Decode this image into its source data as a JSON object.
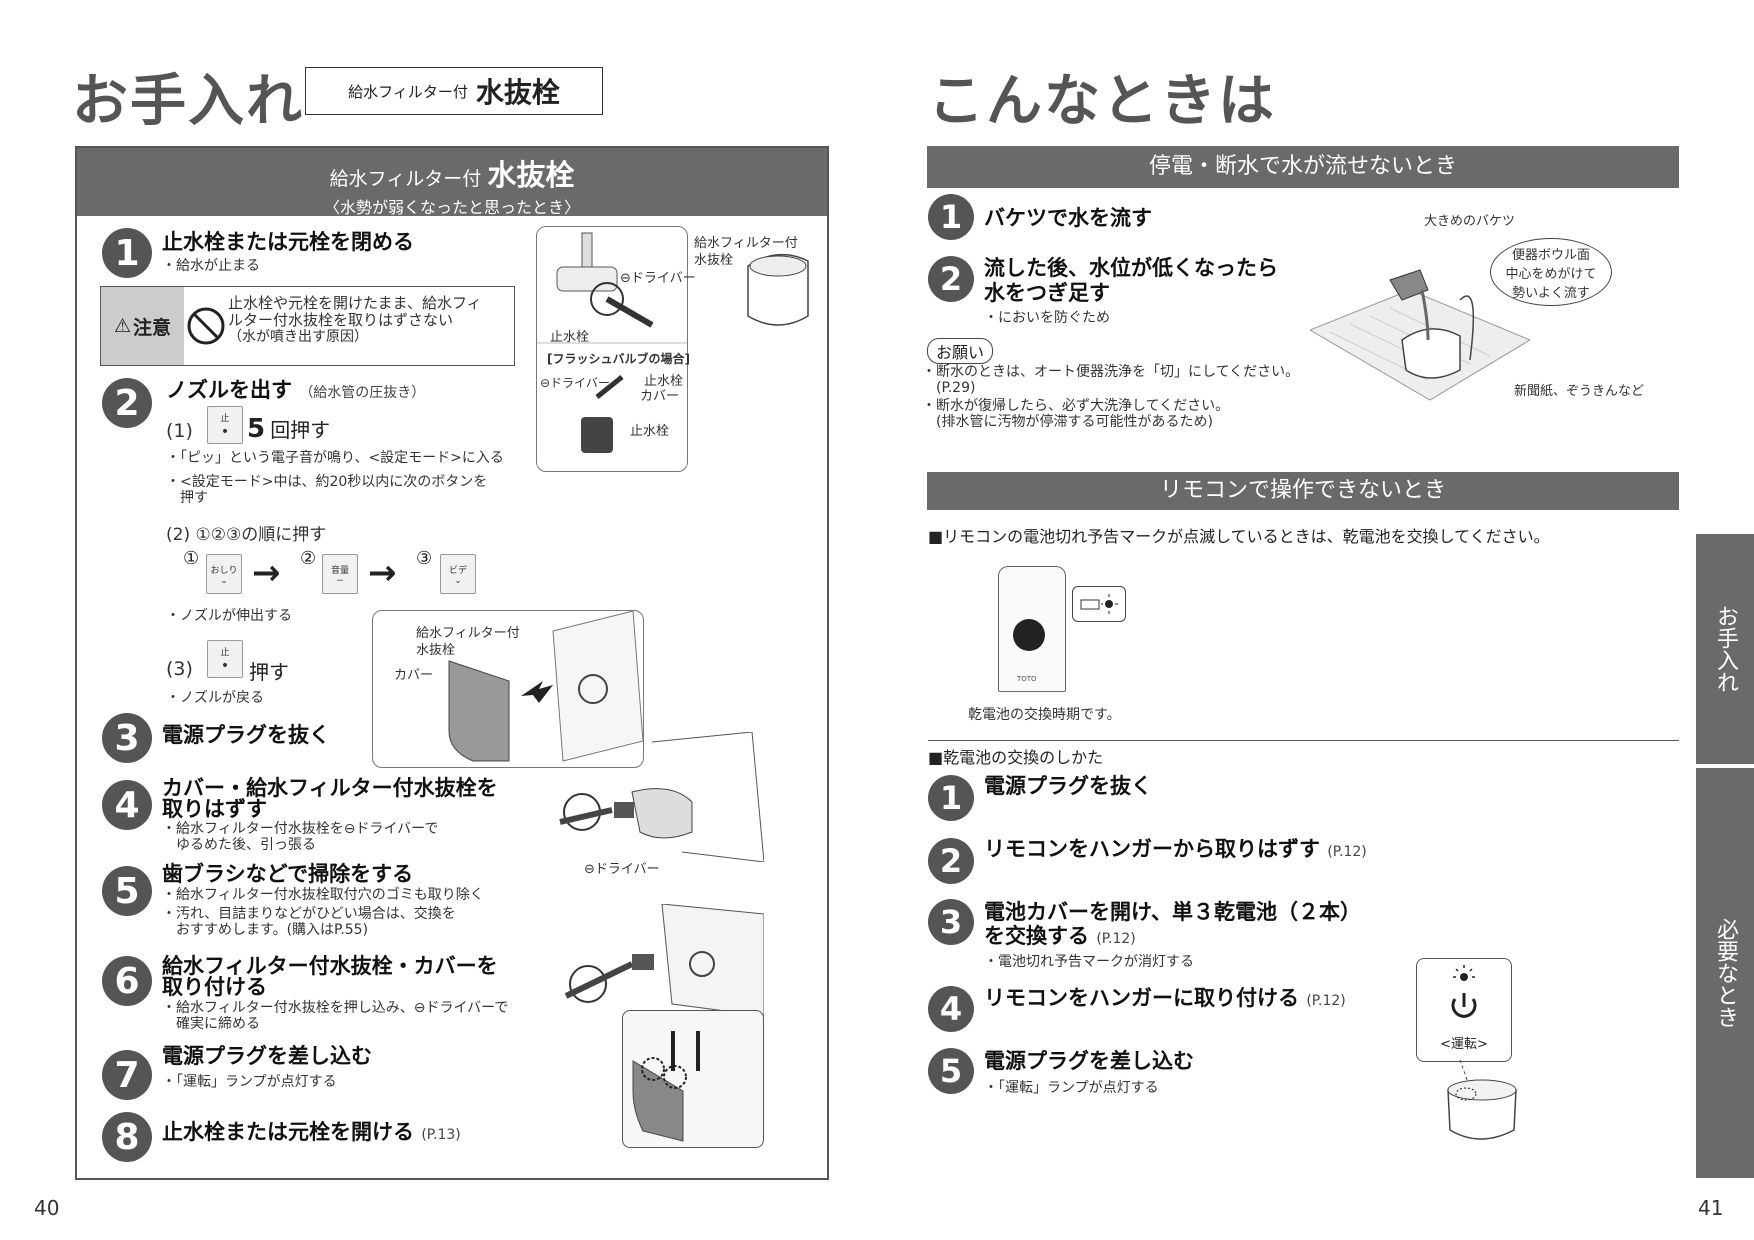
{
  "left": {
    "title": "お手入れ",
    "title_box": {
      "small": "給水フィルター付",
      "large": "水抜栓"
    },
    "panel_header": {
      "small": "給水フィルター付",
      "large": "水抜栓",
      "sub": "〈水勢が弱くなったと思ったとき〉"
    },
    "steps": [
      {
        "n": "1",
        "title": "止水栓または元栓を閉める",
        "notes": [
          "・給水が止まる"
        ]
      },
      {
        "n": "2",
        "title": "ノズルを出す",
        "ref": "（給水管の圧抜き）"
      },
      {
        "n": "3",
        "title": "電源プラグを抜く"
      },
      {
        "n": "4",
        "title_lines": [
          "カバー・給水フィルター付水抜栓を",
          "取りはずす"
        ],
        "notes": [
          "・給水フィルター付水抜栓を⊖ドライバーで",
          "　ゆるめた後、引っ張る"
        ]
      },
      {
        "n": "5",
        "title": "歯ブラシなどで掃除をする",
        "notes": [
          "・給水フィルター付水抜栓取付穴のゴミも取り除く",
          "・汚れ、目詰まりなどがひどい場合は、交換を",
          "　おすすめします。(購入はP.55)"
        ]
      },
      {
        "n": "6",
        "title_lines": [
          "給水フィルター付水抜栓・カバーを",
          "取り付ける"
        ],
        "notes": [
          "・給水フィルター付水抜栓を押し込み、⊖ドライバーで",
          "　確実に締める"
        ]
      },
      {
        "n": "7",
        "title": "電源プラグを差し込む",
        "notes": [
          "・「運転」ランプが点灯する"
        ]
      },
      {
        "n": "8",
        "title": "止水栓または元栓を開ける",
        "ref": "(P.13)"
      }
    ],
    "caution": {
      "label": "注意",
      "text": [
        "止水栓や元栓を開けたまま、給水フィ",
        "ルター付水抜栓を取りはずさない"
      ],
      "sub": "（水が噴き出す原因）"
    },
    "step2": {
      "sub1_label": "(1)",
      "sub1_count": "5",
      "sub1_text": "回押す",
      "sub1_notes": [
        "・「ピッ」という電子音が鳴り、<設定モード>に入る",
        "・<設定モード>中は、約20秒以内に次のボタンを",
        "　押す"
      ],
      "sub2": "(2)  ①②③の順に押す",
      "circled": [
        "①",
        "②",
        "③"
      ],
      "btn_a": "おしり",
      "btn_b": "音量",
      "btn_c": "ビデ",
      "btn_stop": "止",
      "note_extend": "・ノズルが伸出する",
      "sub3_label": "(3)",
      "sub3_text": "押す",
      "note_return": "・ノズルが戻る"
    },
    "illustrations": {
      "top_labels": [
        "給水フィルター付",
        "水抜栓",
        "⊖ドライバー",
        "止水栓",
        "[フラッシュバルブの場合]",
        "⊖ドライバー",
        "止水栓",
        "カバー",
        "止水栓"
      ],
      "mid_labels": [
        "給水フィルター付",
        "水抜栓",
        "カバー"
      ],
      "step4_label": "⊖ドライバー"
    },
    "page_number": "40"
  },
  "right": {
    "title": "こんなときは",
    "section1": {
      "header": "停電・断水で水が流せないとき",
      "steps": [
        {
          "n": "1",
          "title": "バケツで水を流す"
        },
        {
          "n": "2",
          "title_lines": [
            "流した後、水位が低くなったら",
            "水をつぎ足す"
          ],
          "notes": [
            "・においを防ぐため"
          ]
        }
      ],
      "request_label": "お願い",
      "requests": [
        "・断水のときは、オート便器洗浄を「切」にしてください。",
        "　(P.29)",
        "・断水が復帰したら、必ず大洗浄してください。",
        "　(排水管に汚物が停滞する可能性があるため)"
      ],
      "ill_labels": {
        "bucket": "大きめのバケツ",
        "bubble": [
          "便器ボウル面",
          "中心をめがけて",
          "勢いよく流す"
        ],
        "paper": "新聞紙、ぞうきんなど"
      }
    },
    "section2": {
      "header": "リモコンで操作できないとき",
      "lead": "■リモコンの電池切れ予告マークが点滅しているときは、乾電池を交換してください。",
      "remote_caption": "乾電池の交換時期です。",
      "remote_brand": "TOTO",
      "howto": "■乾電池の交換のしかた",
      "steps": [
        {
          "n": "1",
          "title": "電源プラグを抜く"
        },
        {
          "n": "2",
          "title": "リモコンをハンガーから取りはずす",
          "ref": "(P.12)"
        },
        {
          "n": "3",
          "title_lines": [
            "電池カバーを開け、単３乾電池（２本）",
            "を交換する"
          ],
          "ref": "(P.12)",
          "notes": [
            "・電池切れ予告マークが消灯する"
          ]
        },
        {
          "n": "4",
          "title": "リモコンをハンガーに取り付ける",
          "ref": "(P.12)"
        },
        {
          "n": "5",
          "title": "電源プラグを差し込む",
          "notes": [
            "・「運転」ランプが点灯する"
          ]
        }
      ],
      "lamp_label": "<運転>"
    },
    "tabs": [
      "お手入れ",
      "必要なとき"
    ],
    "page_number": "41"
  }
}
